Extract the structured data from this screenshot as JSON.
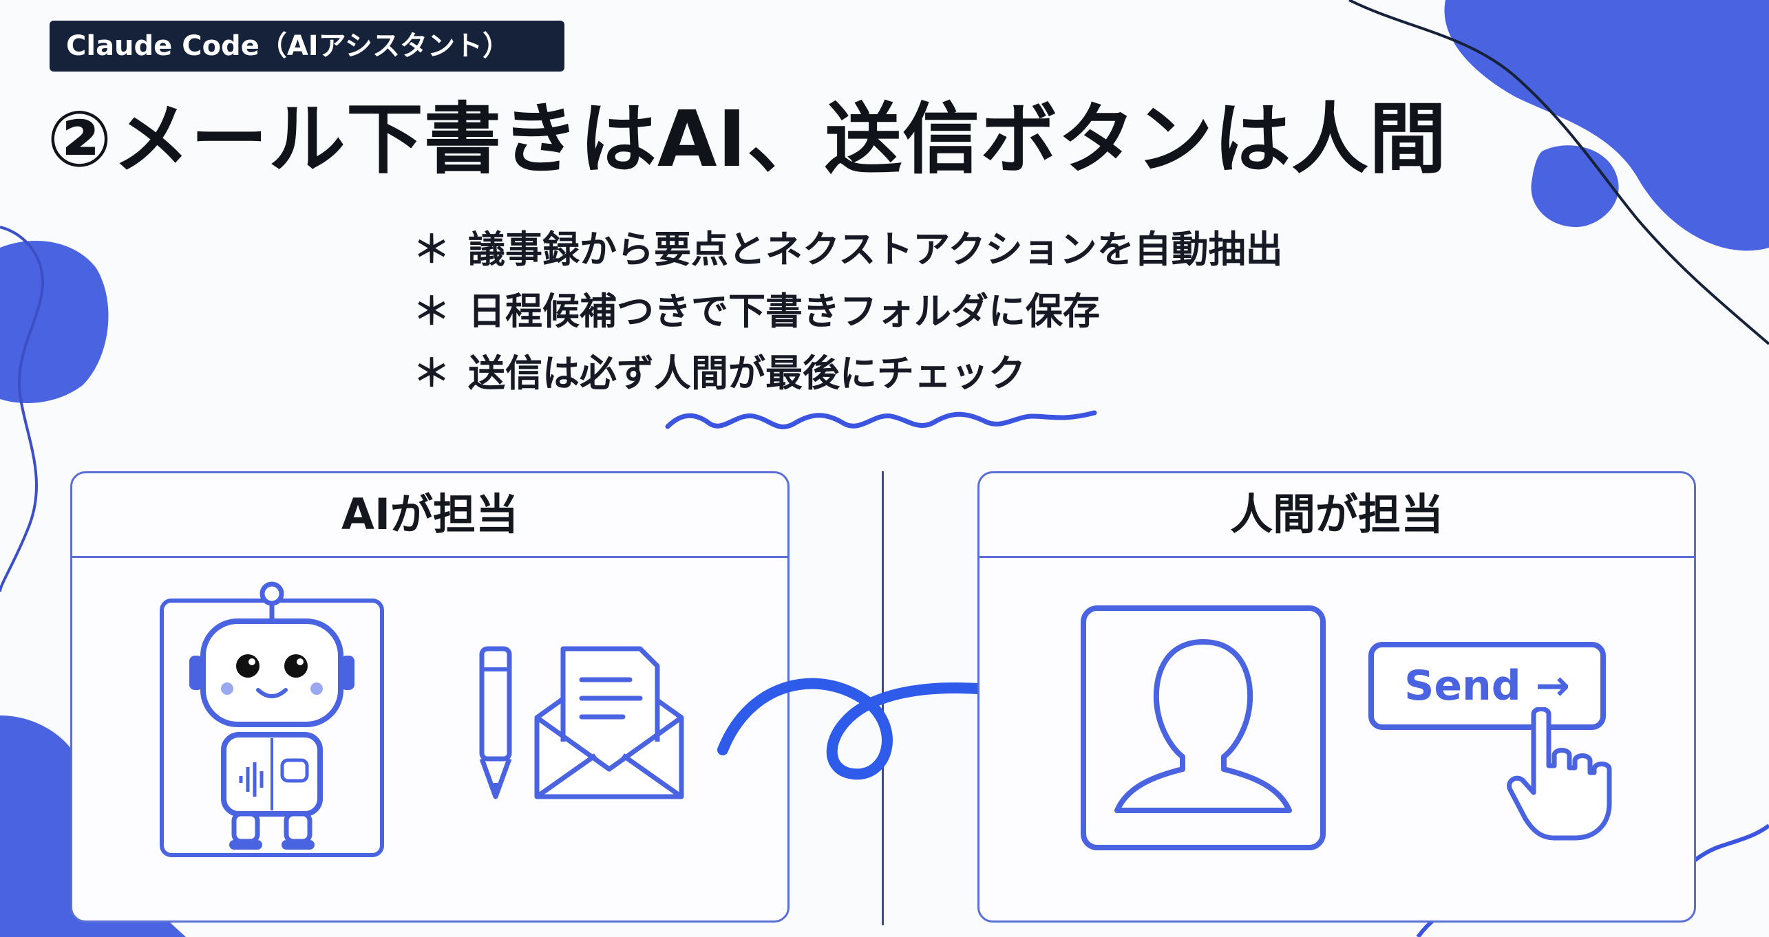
{
  "tag": "Claude Code（AIアシスタント）",
  "title": "②メール下書きはAI、送信ボタンは人間",
  "bullets": [
    {
      "marker": "＊",
      "text": "議事録から要点とネクストアクションを自動抽出"
    },
    {
      "marker": "＊",
      "text": "日程候補つきで下書きフォルダに保存"
    },
    {
      "marker": "＊",
      "text": "送信は必ず人間が最後にチェック"
    }
  ],
  "left_panel": {
    "title": "AIが担当"
  },
  "right_panel": {
    "title": "人間が担当",
    "send_label": "Send →"
  },
  "colors": {
    "accent": "#4a63e0",
    "navy": "#16213a",
    "stroke": "#5a6fd6"
  },
  "icons": [
    "robot-icon",
    "pencil-icon",
    "mail-envelope-icon",
    "curved-arrow-icon",
    "person-icon",
    "send-button-icon",
    "pointing-hand-icon"
  ]
}
